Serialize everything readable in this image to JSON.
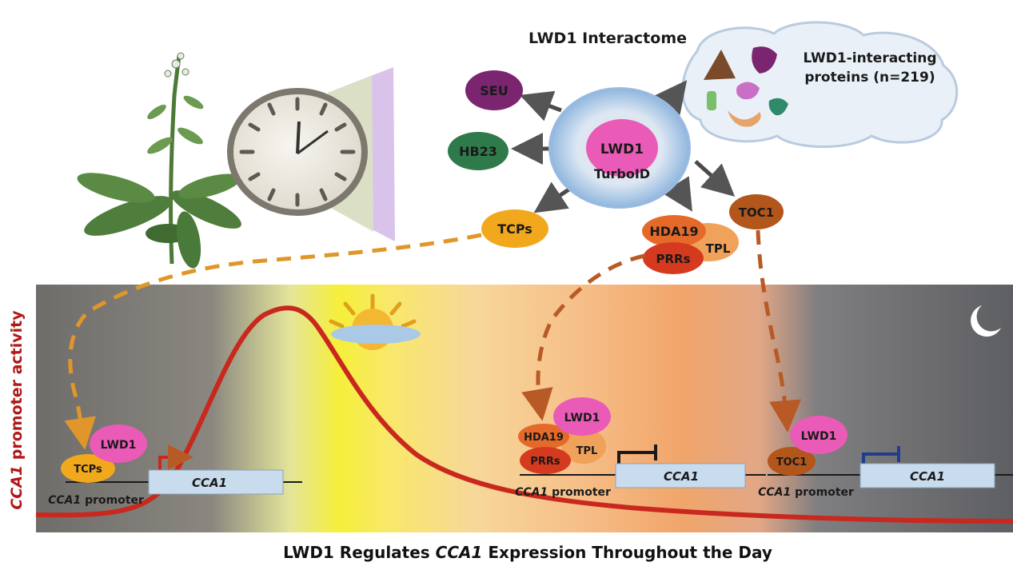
{
  "interactome": {
    "title": "LWD1 Interactome",
    "bait_top": "LWD1",
    "bait_bottom": "TurboID",
    "cloud_label_line1": "LWD1-interacting",
    "cloud_label_line2": "proteins (n=219)",
    "targets": {
      "seu": "SEU",
      "hb23": "HB23",
      "tcps": "TCPs",
      "hda19": "HDA19",
      "tpl": "TPL",
      "prrs": "PRRs",
      "toc1": "TOC1"
    }
  },
  "timeline": {
    "yaxis_gene": "CCA1",
    "yaxis_rest": " promoter activity",
    "morning": {
      "lwd1": "LWD1",
      "tcps": "TCPs",
      "gene": "CCA1",
      "promoter_gene": "CCA1",
      "promoter_rest": " promoter"
    },
    "afternoon": {
      "lwd1": "LWD1",
      "hda19": "HDA19",
      "tpl": "TPL",
      "prrs": "PRRs",
      "gene": "CCA1",
      "promoter_gene": "CCA1",
      "promoter_rest": " promoter"
    },
    "night": {
      "lwd1": "LWD1",
      "toc1": "TOC1",
      "gene": "CCA1",
      "promoter_gene": "CCA1",
      "promoter_rest": " promoter"
    }
  },
  "caption": {
    "before": "LWD1 Regulates ",
    "gene": "CCA1",
    "after": " Expression Throughout the Day"
  },
  "colors": {
    "lwd1": "#e95bb7",
    "seu": "#7b2470",
    "hb23": "#2f7a4a",
    "tcps": "#f2a81d",
    "hda19": "#e56a2a",
    "tpl": "#f0a25a",
    "prrs": "#d63a1e",
    "toc1": "#b2561c",
    "curve": "#c8281d",
    "arrow_orange": "#e0962a",
    "arrow_brown": "#b85a26",
    "gene_box": "#c9dcee"
  }
}
